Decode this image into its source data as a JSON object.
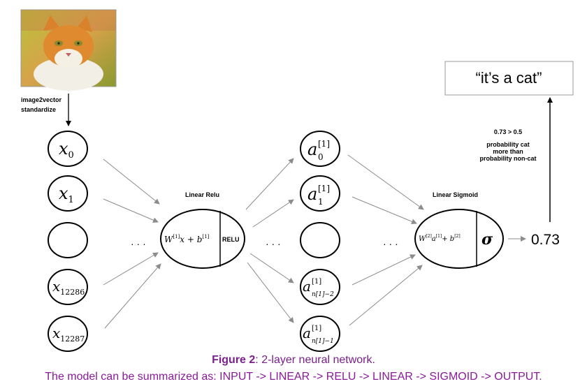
{
  "image_label_1": "image2vector",
  "image_label_2": "standardize",
  "input_nodes": [
    "x",
    "x",
    "",
    "x",
    "x"
  ],
  "input_subs": [
    "0",
    "1",
    "",
    "12286",
    "12287"
  ],
  "dots": "· · ·",
  "layer1": {
    "title": "Linear Relu",
    "formula_w": "W",
    "formula_sup1": "[1]",
    "formula_mid": "x + b",
    "formula_sup2": "[1]",
    "activation": "RELU"
  },
  "hidden_nodes": {
    "sym": "a",
    "sup": "[1]",
    "subs": [
      "0",
      "1",
      "",
      "n[1]−2",
      "n[1]−1"
    ]
  },
  "layer2": {
    "title": "Linear Sigmoid",
    "formula_w": "W",
    "formula_sup1": "[2]",
    "formula_a": "a",
    "formula_sup2": "[1]",
    "formula_plus": "+ b",
    "formula_sup3": "[2]",
    "activation": "σ"
  },
  "output_value": "0.73",
  "decision": {
    "rule": "0.73 > 0.5",
    "line1": "probability cat",
    "line2": "more than",
    "line3": "probability non-cat"
  },
  "result_label": "“it’s a cat”",
  "caption": {
    "figure_label": "Figure 2",
    "figure_text": ": 2-layer neural network.",
    "summary": "The model can be summarized as: INPUT -> LINEAR -> RELU -> LINEAR -> SIGMOID -> OUTPUT."
  },
  "colors": {
    "caption_purple": "#7a1f8c",
    "arrow_gray": "#8c8c8c",
    "cat_orange": "#d9822b"
  },
  "icons": {
    "cat_photo": "cat-photo"
  }
}
